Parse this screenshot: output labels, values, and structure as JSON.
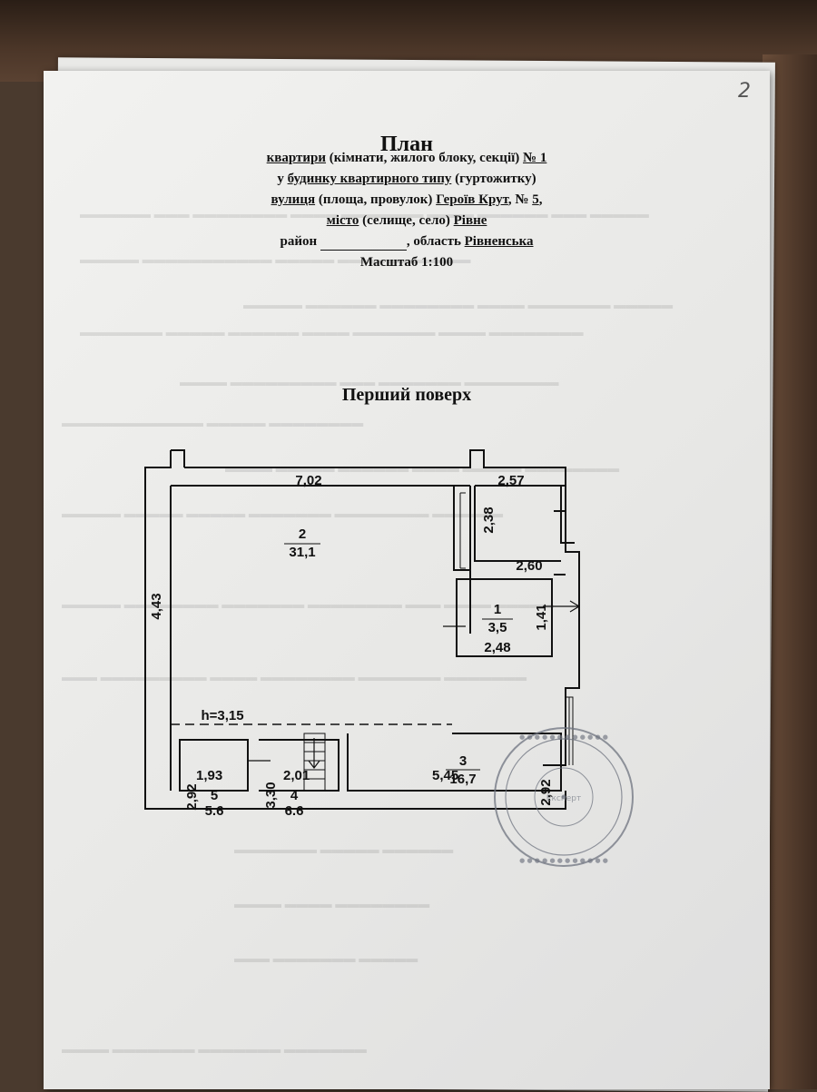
{
  "page_number": "2",
  "title": "План",
  "header": {
    "line1": {
      "pre": "",
      "u1": "квартири",
      "mid": " (кімнати, жилого блоку, секції) ",
      "u2": "№ 1",
      "post": ""
    },
    "line2": {
      "pre": "у ",
      "u1": "будинку квартирного типу",
      "mid": " (гуртожитку)",
      "u2": "",
      "post": ""
    },
    "line3": {
      "pre": "",
      "u1": "вулиця",
      "mid": " (площа, провулок) ",
      "u2": "Героїв Крут",
      "post": ", № ",
      "u3": "5",
      "post2": ","
    },
    "line4": {
      "pre": "",
      "u1": "місто",
      "mid": " (селище, село) ",
      "u2": "Рівне",
      "post": ""
    },
    "line5": {
      "pre": "район ",
      "mid": ", область  ",
      "u2": "Рівненська"
    },
    "scale": "Масштаб 1:100"
  },
  "floor_title": "Перший поверх",
  "plan": {
    "height_label": "h=3,15",
    "rooms": [
      {
        "number": "1",
        "area": "3,5"
      },
      {
        "number": "2",
        "area": "31,1"
      },
      {
        "number": "3",
        "area": "16,7"
      },
      {
        "number": "4",
        "area": "6,6"
      },
      {
        "number": "5",
        "area": "5,6"
      }
    ],
    "dimensions": {
      "d702": "7,02",
      "d443": "4,43",
      "d257": "2,57",
      "d238": "2,38",
      "d260": "2,60",
      "d141": "1,41",
      "d248": "2,48",
      "d292a": "2,92",
      "d330": "3,30",
      "d292b": "2,92",
      "d193": "1,93",
      "d201": "2,01",
      "d545": "5,45"
    }
  },
  "stamp": {
    "center_text": "Експерт"
  }
}
